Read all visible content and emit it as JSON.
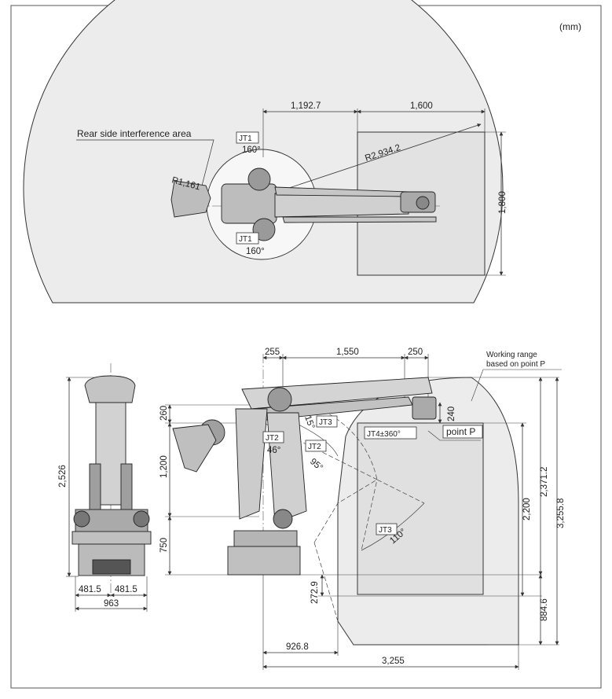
{
  "unit": "(mm)",
  "top_view": {
    "rear_label": "Rear side interference area",
    "r_rear": "R1,161",
    "r_max": "R2,934.2",
    "jt1_top": {
      "tag": "JT1",
      "angle": "160°"
    },
    "jt1_bottom": {
      "tag": "JT1",
      "angle": "160°"
    },
    "dim_1192": "1,192.7",
    "dim_1600": "1,600",
    "dim_1800": "1,800"
  },
  "front_view": {
    "height": "2,526",
    "half_left": "481.5",
    "half_right": "481.5",
    "width": "963"
  },
  "side_view": {
    "dim_255": "255",
    "dim_1550": "1,550",
    "dim_250": "250",
    "dim_260": "260",
    "dim_1200": "1,200",
    "dim_750": "750",
    "dim_240": "240",
    "dim_2729": "272.9",
    "dim_9268": "926.8",
    "dim_3255": "3,255",
    "dim_2200": "2,200",
    "dim_23712": "2,371.2",
    "dim_32558": "3,255.8",
    "dim_8846": "884.6",
    "working_range_1": "Working range",
    "working_range_2": "based on point P",
    "jt4": "JT4±360°",
    "point_p": "point P",
    "jt2_tag": "JT2",
    "jt2_a": "46°",
    "jt2_b_tag": "JT2",
    "jt2_b": "95°",
    "jt3_tag": "JT3",
    "jt3_a": "15°",
    "jt3_b_tag": "JT3",
    "jt3_b": "110°"
  }
}
